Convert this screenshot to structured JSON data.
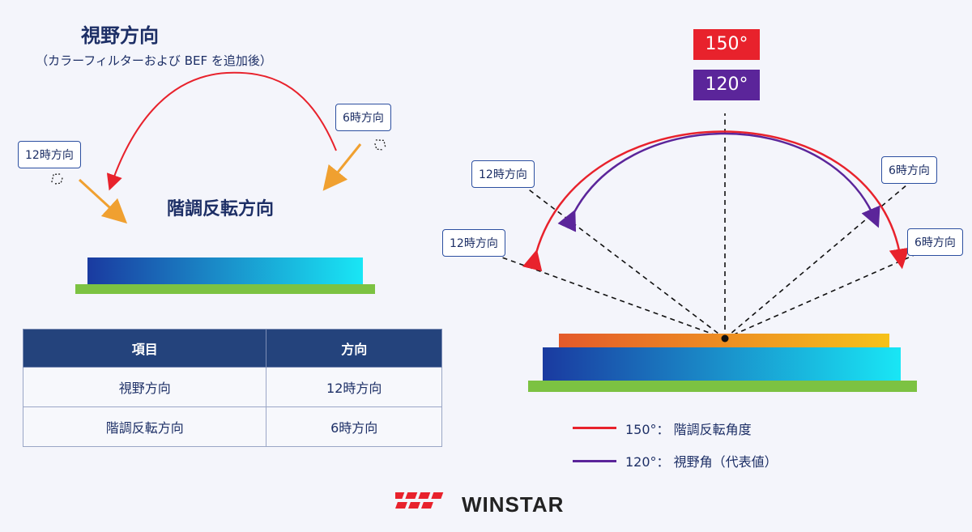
{
  "left": {
    "title": "視野方向",
    "subtitle": "（カラーフィルターおよび BEF を追加後）",
    "label_12": "12時方向",
    "label_6": "6時方向",
    "invert_title": "階調反転方向"
  },
  "table": {
    "headers": [
      "項目",
      "方向"
    ],
    "rows": [
      [
        "視野方向",
        "12時方向"
      ],
      [
        "階調反転方向",
        "6時方向"
      ]
    ]
  },
  "right": {
    "badge_150": "150°",
    "badge_120": "120°",
    "inner_12": "12時方向",
    "outer_12": "12時方向",
    "inner_6": "6時方向",
    "outer_6": "6時方向"
  },
  "legend": {
    "red": "150°： 階調反転角度",
    "purple": "120°： 視野角（代表値）"
  },
  "logo": {
    "name": "WINSTAR"
  },
  "colors": {
    "red": "#e8222c",
    "purple": "#5b259a",
    "orange_arrow": "#f0a030",
    "green": "#7cc242",
    "navy": "#24437c"
  }
}
